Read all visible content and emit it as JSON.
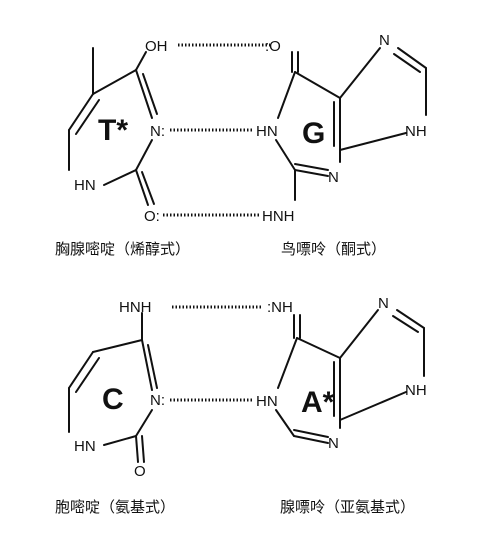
{
  "pair1": {
    "left": {
      "big": "T*",
      "atoms": {
        "oh": "OH",
        "n": "N:",
        "hn": "HN",
        "o": "O:"
      },
      "caption": "胸腺嘧啶（烯醇式）"
    },
    "right": {
      "big": "G",
      "atoms": {
        "o": ":O",
        "n_top": "N",
        "nh": "NH",
        "hn": "HN",
        "n_low": "N",
        "hnh": "HNH"
      },
      "caption": "鸟嘌呤（酮式）"
    }
  },
  "pair2": {
    "left": {
      "big": "C",
      "atoms": {
        "hnh": "HNH",
        "n": "N:",
        "hn": "HN",
        "o": "O"
      },
      "caption": "胞嘧啶（氨基式）"
    },
    "right": {
      "big": "A*",
      "atoms": {
        "nh_amino": ":NH",
        "n_top": "N",
        "nh": "NH",
        "hn": "HN",
        "n_low": "N"
      },
      "caption": "腺嘌呤（亚氨基式）"
    }
  }
}
